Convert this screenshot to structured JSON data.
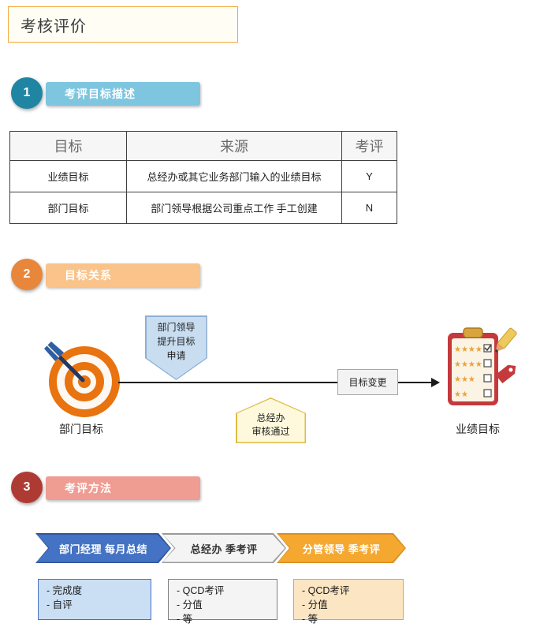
{
  "page": {
    "title": "考核评价"
  },
  "sections": {
    "one": {
      "number": "1",
      "label": "考评目标描述"
    },
    "two": {
      "number": "2",
      "label": "目标关系"
    },
    "three": {
      "number": "3",
      "label": "考评方法"
    }
  },
  "goals_table": {
    "headers": [
      "目标",
      "来源",
      "考评"
    ],
    "rows": [
      {
        "goal": "业绩目标",
        "source": "总经办或其它业务部门输入的业绩目标",
        "review": "Y"
      },
      {
        "goal": "部门目标",
        "source": "部门领导根据公司重点工作 手工创建",
        "review": "N"
      }
    ]
  },
  "relation_flow": {
    "source_label": "部门目标",
    "target_label": "业绩目标",
    "request_callout": "部门领导\n提升目标\n申请",
    "approve_callout": "总经办\n审核通过",
    "change_label": "目标变更"
  },
  "method_process": {
    "steps": [
      {
        "label": "部门经理 每月总结"
      },
      {
        "label": "总经办 季考评"
      },
      {
        "label": "分管领导 季考评"
      }
    ],
    "details": [
      {
        "lines": "- 完成度\n- 自评"
      },
      {
        "lines": "- QCD考评\n- 分值\n- 等"
      },
      {
        "lines": "- QCD考评\n- 分值\n- 等"
      }
    ]
  },
  "colors": {
    "title_border": "#F2A93B",
    "section1_circle": "#1F85A3",
    "section1_banner": "#7EC6E0",
    "section2_circle": "#E8873C",
    "section2_banner": "#F9C38A",
    "section3_circle": "#AE3B33",
    "section3_banner": "#EF9C93",
    "step_blue": "#4472C4",
    "step_gray": "#F4F4F4",
    "step_gold": "#F5A830",
    "target_orange": "#E8730F",
    "clipboard_red": "#C5393C"
  }
}
